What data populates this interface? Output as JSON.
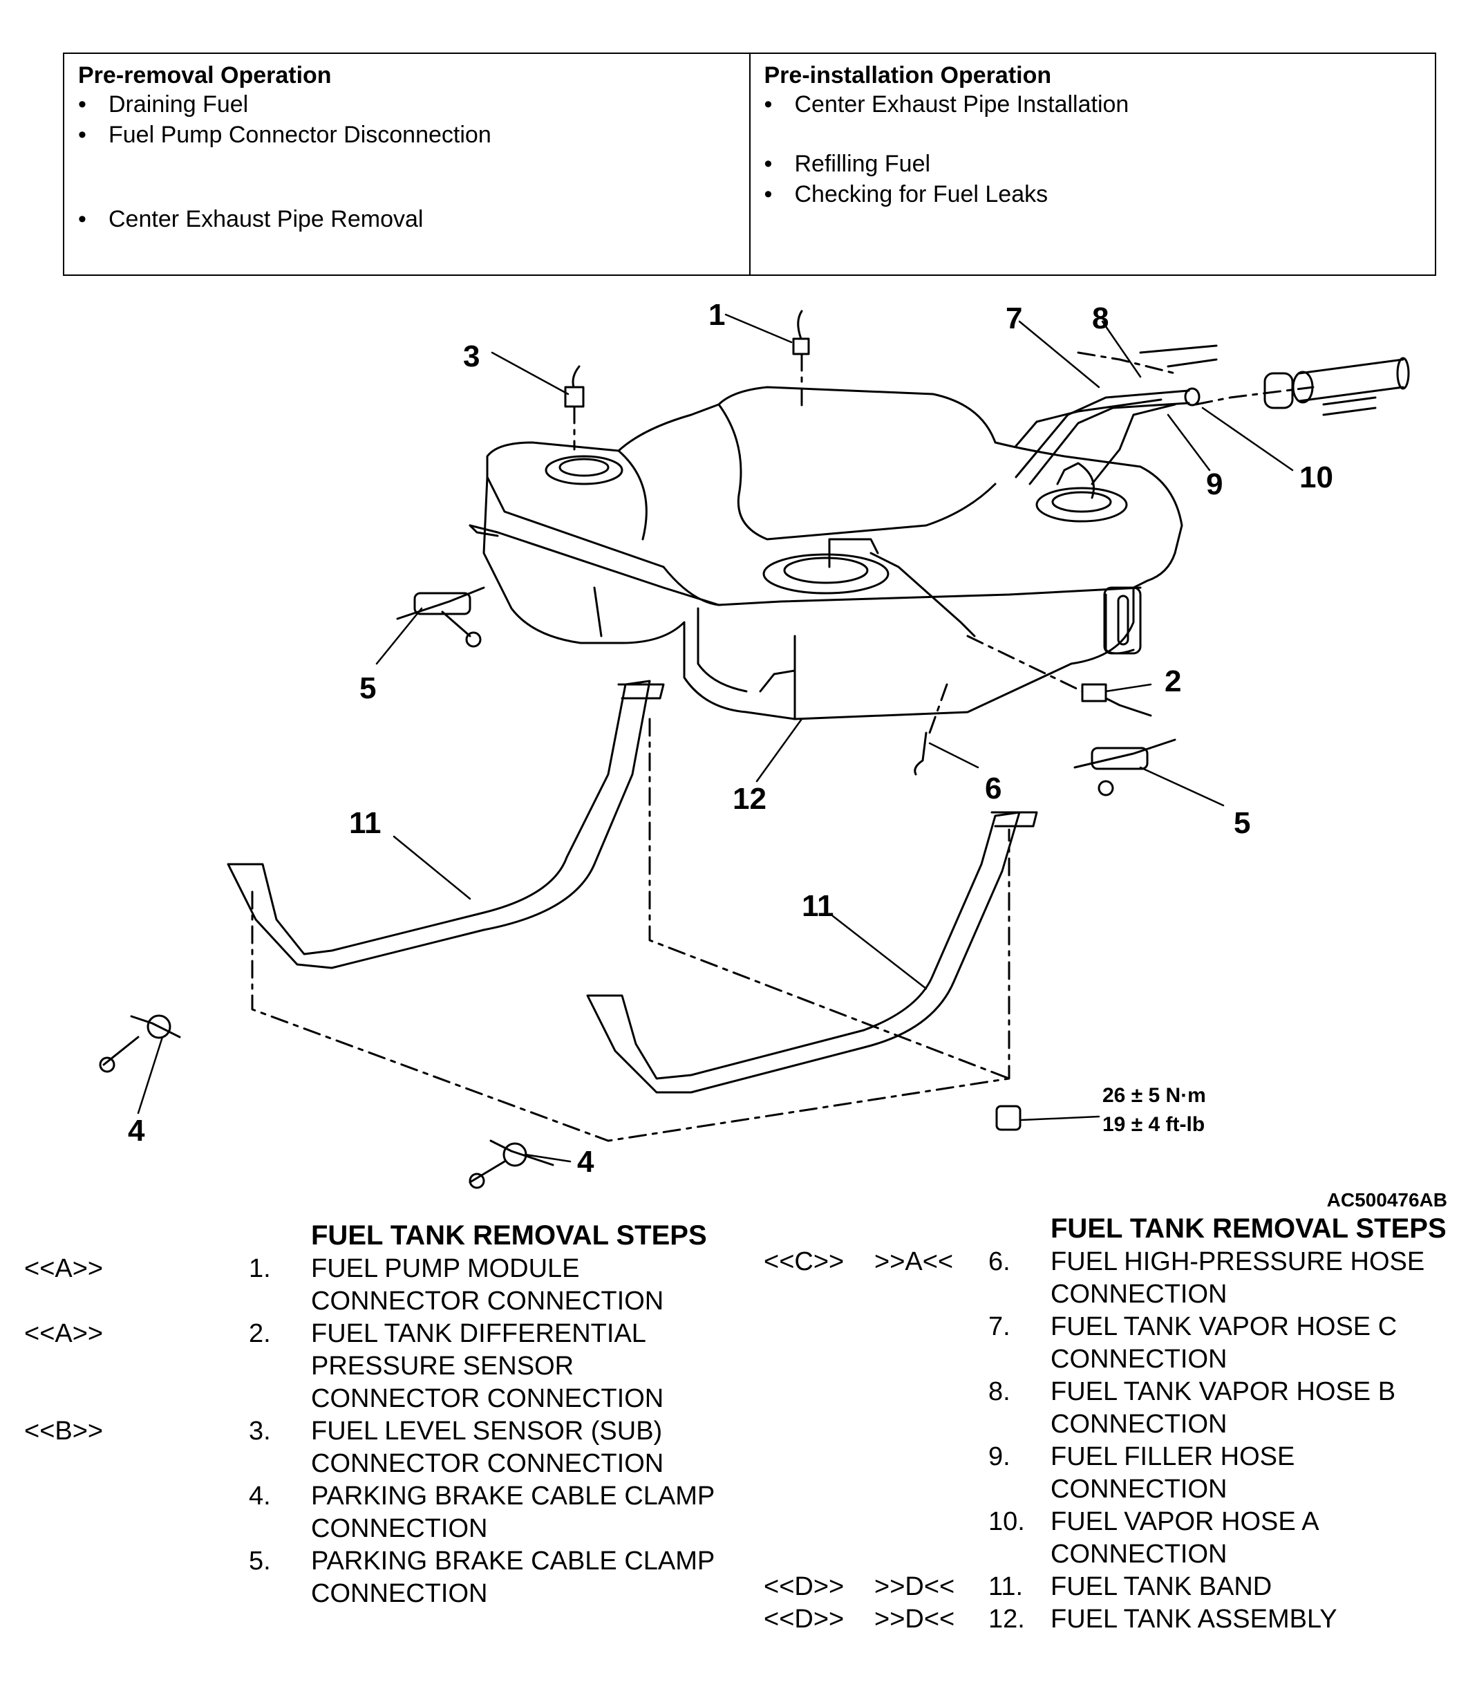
{
  "operations": {
    "removal": {
      "title": "Pre-removal Operation",
      "items": [
        "Draining Fuel",
        "Fuel Pump Connector Disconnection",
        "Center Exhaust Pipe Removal"
      ]
    },
    "installation": {
      "title": "Pre-installation Operation",
      "items": [
        "Center Exhaust Pipe Installation",
        "Refilling Fuel",
        "Checking for Fuel Leaks"
      ]
    }
  },
  "diagram": {
    "callouts": [
      "1",
      "2",
      "3",
      "4",
      "4",
      "5",
      "5",
      "6",
      "7",
      "8",
      "9",
      "10",
      "11",
      "11",
      "12"
    ],
    "torque": {
      "metric": "26 ± 5 N·m",
      "imperial": "19 ± 4 ft-lb"
    },
    "figure_id": "AC500476AB"
  },
  "steps": {
    "title_left": "FUEL TANK REMOVAL STEPS",
    "title_right": "FUEL TANK REMOVAL STEPS",
    "left": [
      {
        "tag": "<<A>>",
        "tag2": "",
        "num": "1.",
        "lines": [
          "FUEL PUMP MODULE",
          "CONNECTOR CONNECTION"
        ]
      },
      {
        "tag": "<<A>>",
        "tag2": "",
        "num": "2.",
        "lines": [
          "FUEL TANK DIFFERENTIAL",
          "PRESSURE SENSOR",
          "CONNECTOR CONNECTION"
        ]
      },
      {
        "tag": "<<B>>",
        "tag2": "",
        "num": "3.",
        "lines": [
          "FUEL LEVEL SENSOR (SUB)",
          "CONNECTOR CONNECTION"
        ]
      },
      {
        "tag": "",
        "tag2": "",
        "num": "4.",
        "lines": [
          "PARKING BRAKE CABLE CLAMP",
          "CONNECTION"
        ]
      },
      {
        "tag": "",
        "tag2": "",
        "num": "5.",
        "lines": [
          "PARKING BRAKE CABLE CLAMP",
          "CONNECTION"
        ]
      }
    ],
    "right": [
      {
        "tag": "<<C>>",
        "tag2": ">>A<<",
        "num": "6.",
        "lines": [
          "FUEL HIGH-PRESSURE HOSE",
          "CONNECTION"
        ]
      },
      {
        "tag": "",
        "tag2": "",
        "num": "7.",
        "lines": [
          "FUEL TANK VAPOR HOSE C",
          "CONNECTION"
        ]
      },
      {
        "tag": "",
        "tag2": "",
        "num": "8.",
        "lines": [
          "FUEL TANK VAPOR HOSE B",
          "CONNECTION"
        ]
      },
      {
        "tag": "",
        "tag2": "",
        "num": "9.",
        "lines": [
          "FUEL FILLER HOSE",
          "CONNECTION"
        ]
      },
      {
        "tag": "",
        "tag2": "",
        "num": "10.",
        "lines": [
          "FUEL VAPOR HOSE A",
          "CONNECTION"
        ]
      },
      {
        "tag": "<<D>>",
        "tag2": ">>D<<",
        "num": "11.",
        "lines": [
          "FUEL TANK BAND"
        ]
      },
      {
        "tag": "<<D>>",
        "tag2": ">>D<<",
        "num": "12.",
        "lines": [
          "FUEL TANK ASSEMBLY"
        ]
      }
    ]
  }
}
